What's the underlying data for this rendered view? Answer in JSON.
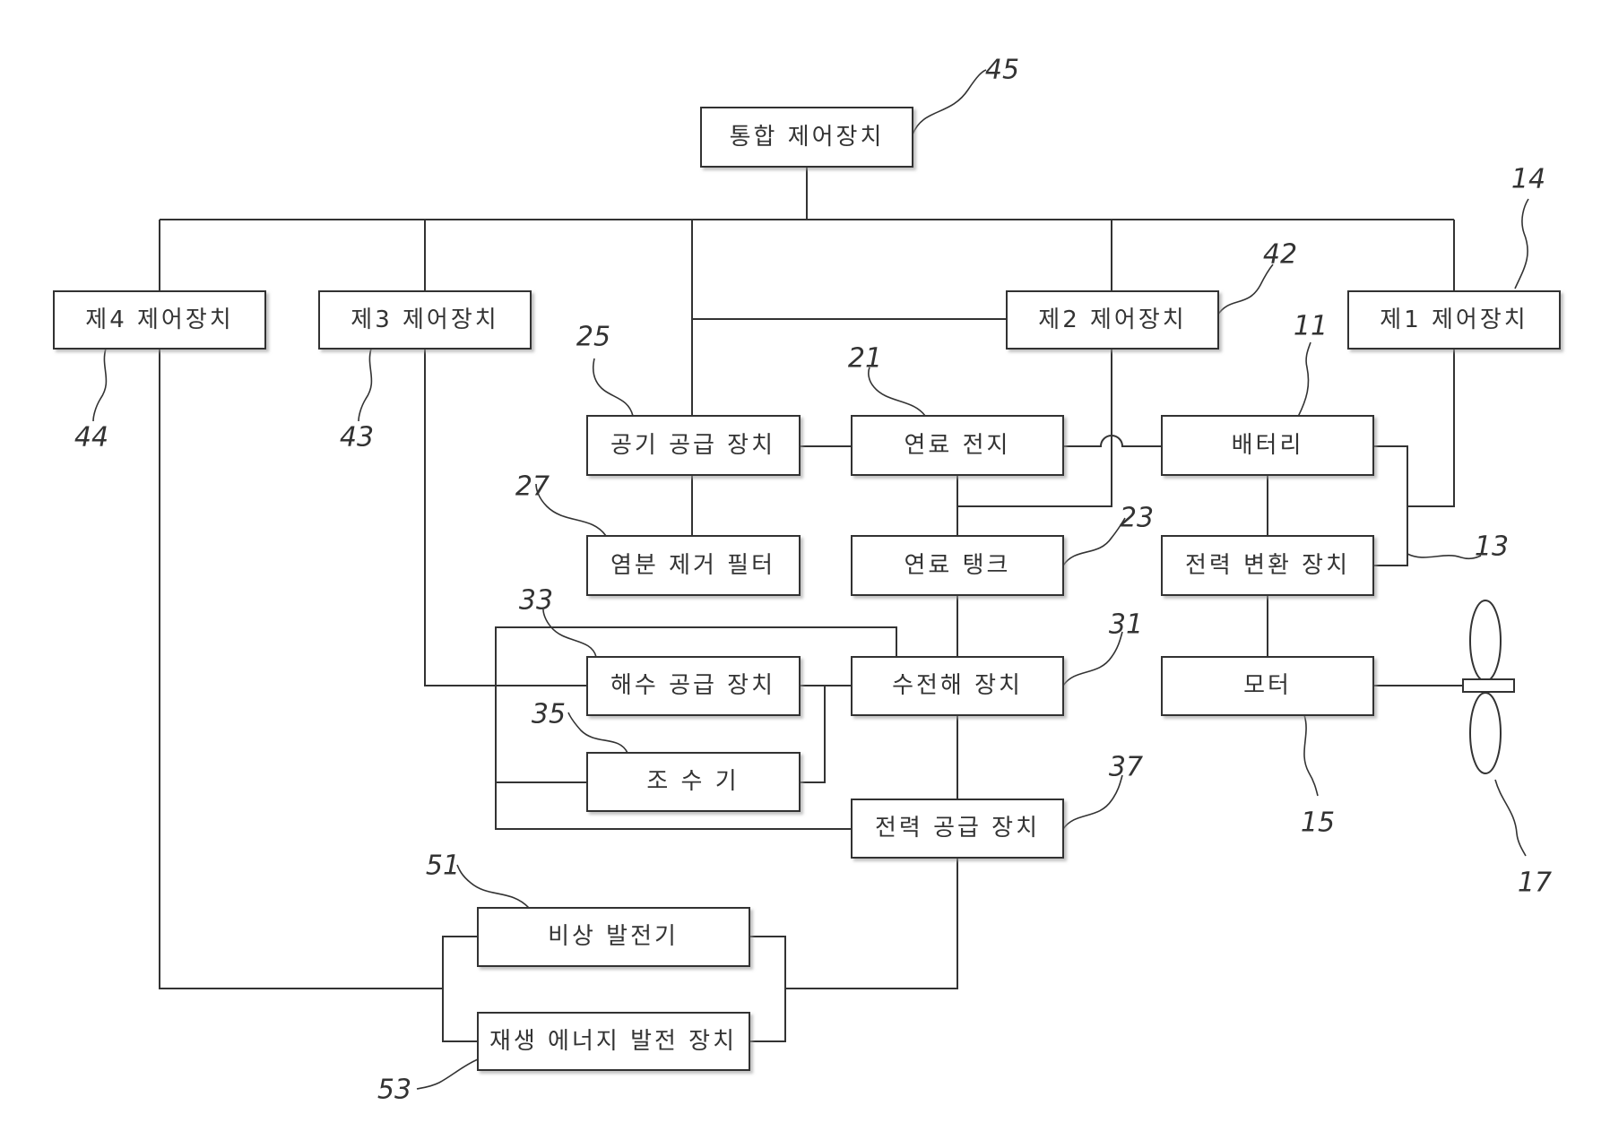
{
  "boxes": {
    "integrated_controller": "통합 제어장치",
    "controller_4": "제4 제어장치",
    "controller_3": "제3 제어장치",
    "controller_2": "제2 제어장치",
    "controller_1": "제1 제어장치",
    "air_supply": "공기 공급 장치",
    "salt_filter": "염분 제거 필터",
    "fuel_cell": "연료 전지",
    "fuel_tank": "연료 탱크",
    "battery": "배터리",
    "power_converter": "전력 변환 장치",
    "seawater_supply": "해수 공급 장치",
    "water_electrolysis": "수전해 장치",
    "motor": "모터",
    "water_conditioner": "조 수 기",
    "power_supply": "전력 공급 장치",
    "emergency_generator": "비상 발전기",
    "renewable_generator": "재생 에너지 발전 장치"
  },
  "refs": {
    "r45": "45",
    "r14": "14",
    "r42": "42",
    "r11": "11",
    "r25": "25",
    "r21": "21",
    "r44": "44",
    "r43": "43",
    "r27": "27",
    "r23": "23",
    "r13": "13",
    "r33": "33",
    "r31": "31",
    "r35": "35",
    "r37": "37",
    "r15": "15",
    "r17": "17",
    "r51": "51",
    "r53": "53"
  }
}
